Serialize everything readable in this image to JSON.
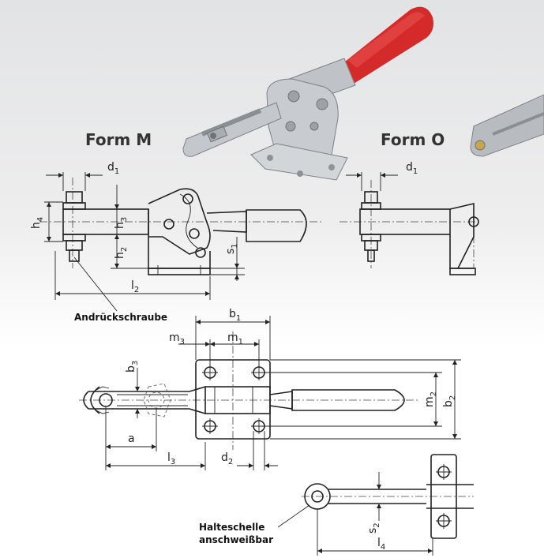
{
  "titles": {
    "form_m": "Form M",
    "form_o": "Form O"
  },
  "callouts": {
    "andrueckschraube": "Andrückschraube",
    "halteschelle_line1": "Halteschelle",
    "halteschelle_line2": "anschweißbar"
  },
  "dimensions": {
    "d1": "d",
    "d1_sub": "1",
    "h4": "h",
    "h4_sub": "4",
    "h3": "h",
    "h3_sub": "3",
    "h2": "h",
    "h2_sub": "2",
    "s1": "s",
    "s1_sub": "1",
    "l2": "l",
    "l2_sub": "2",
    "b1": "b",
    "b1_sub": "1",
    "m3": "m",
    "m3_sub": "3",
    "m1": "m",
    "m1_sub": "1",
    "b3": "b",
    "b3_sub": "3",
    "m2": "m",
    "m2_sub": "2",
    "b2": "b",
    "b2_sub": "2",
    "a": "a",
    "l3": "l",
    "l3_sub": "3",
    "d2": "d",
    "d2_sub": "2",
    "s2": "s",
    "s2_sub": "2",
    "l4": "l",
    "l4_sub": "4"
  },
  "colors": {
    "handle_grip": "#d42a2a",
    "metal": "#bfc3c7",
    "line": "#222222"
  },
  "icons": {
    "product_photo": "toggle-clamp-photo",
    "product_photo_partial": "clamp-arm-photo"
  }
}
